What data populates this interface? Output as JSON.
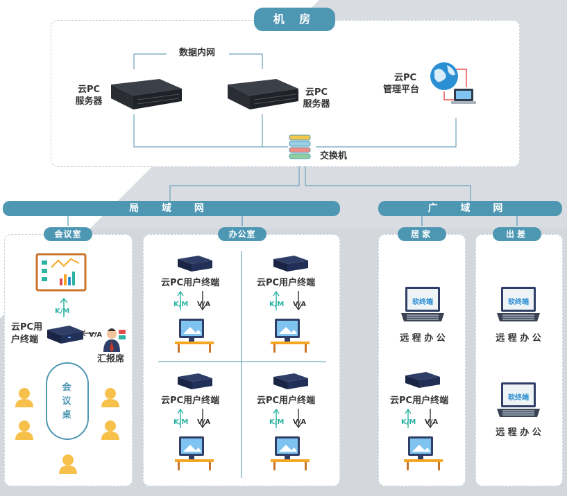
{
  "machine_room": {
    "title": "机 房",
    "data_intranet": "数据内网",
    "server_left_line1": "云PC",
    "server_left_line2": "服务器",
    "server_right_line1": "云PC",
    "server_right_line2": "服务器",
    "mgmt_line1": "云PC",
    "mgmt_line2": "管理平台",
    "switch": "交换机"
  },
  "networks": {
    "lan": "局 域 网",
    "wan": "广 域 网"
  },
  "meeting_room": {
    "title": "会议室",
    "km": "K/M",
    "va": "V/A",
    "terminal_line1": "云PC用",
    "terminal_line2": "户终端",
    "presenter": "汇报席",
    "table_chars": [
      "会",
      "议",
      "桌"
    ]
  },
  "office": {
    "title": "办公室",
    "terminal": "云PC用户终端",
    "km": "K/M",
    "va": "V/A"
  },
  "home": {
    "title": "居家",
    "software": "软终端",
    "remote_office": "远 程 办 公",
    "terminal": "云PC用户终端",
    "km": "K/M",
    "va": "V/A"
  },
  "business_trip": {
    "title": "出差",
    "software": "软终端",
    "remote_office": "远 程 办 公"
  },
  "colors": {
    "accent": "#4e97b3",
    "teal": "#3aa7a0",
    "gray_bg": "#d4d8dc"
  }
}
